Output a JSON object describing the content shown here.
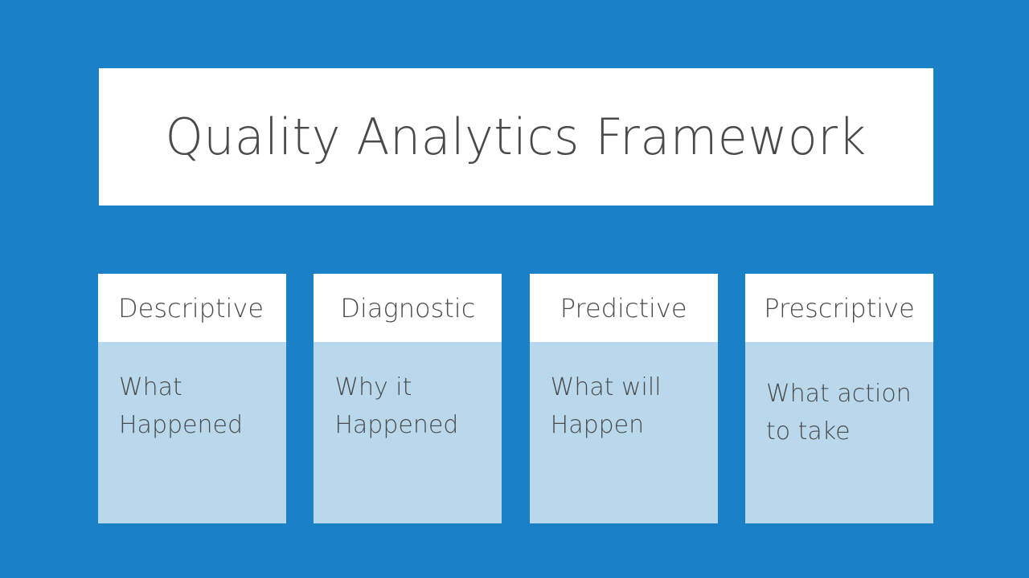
{
  "slide": {
    "background_color": "#1b81c6",
    "title": "Quality Analytics Framework",
    "text_color": "#4a4a4a",
    "card_header_bg": "#ffffff",
    "card_body_bg": "#bad8ec"
  },
  "cards": [
    {
      "header": "Descriptive",
      "body": "What\nHappened"
    },
    {
      "header": "Diagnostic",
      "body": "Why it\nHappened"
    },
    {
      "header": "Predictive",
      "body": "What will\nHappen"
    },
    {
      "header": "Prescriptive",
      "body": "What action\nto take"
    }
  ]
}
